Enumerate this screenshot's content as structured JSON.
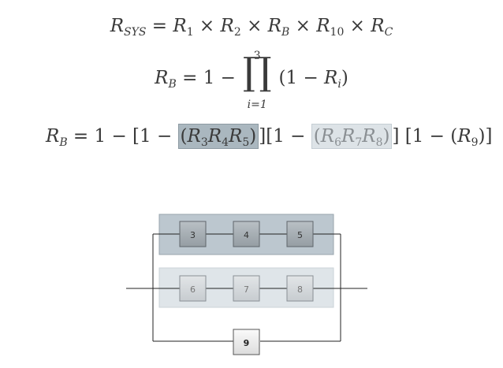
{
  "equations": {
    "eq1": "R_SYS = R_1 × R_2 × R_B × R_10 × R_C",
    "eq2": "R_B = 1 − ∏_{i=1}^{3} (1 − R_i)",
    "eq3": "R_B = 1 − [1 − (R_3 R_4 R_5)][1 − (R_6 R_7 R_8)] [1 − (R_9)]"
  },
  "eq2_parts": {
    "upper_limit": "3",
    "lower_limit": "i=1"
  },
  "diagram": {
    "blocks": [
      "3",
      "4",
      "5",
      "6",
      "7",
      "8",
      "9"
    ],
    "colors": {
      "row1_band": "#bcc7cf",
      "row2_band": "#dfe5e9",
      "row1_block": "#a5adb3",
      "row2_block": "#d3d7da",
      "row3_block": "#eeeeee",
      "line": "#222222"
    }
  }
}
